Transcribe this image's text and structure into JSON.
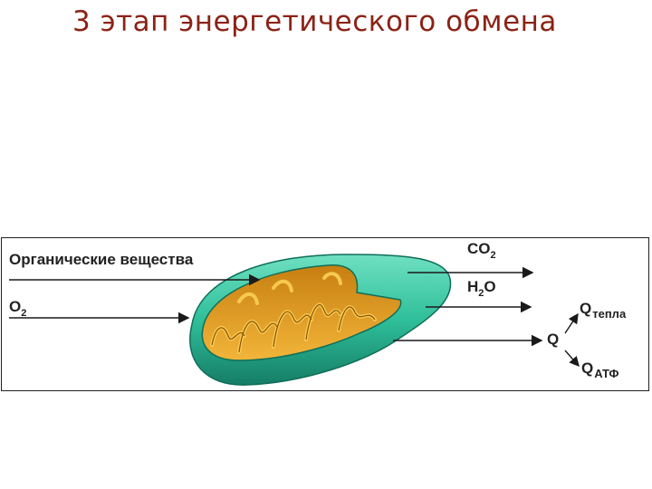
{
  "slide": {
    "title": "3 этап энергетического обмена"
  },
  "diagram": {
    "inputs": {
      "organic": "Органические вещества",
      "o2_main": "O",
      "o2_sub": "2"
    },
    "outputs": {
      "co2_main": "CO",
      "co2_sub": "2",
      "h2o_h": "H",
      "h2o_sub": "2",
      "h2o_o": "O",
      "q": "Q",
      "q_heat_main": "Q",
      "q_heat_sub": "тепла",
      "q_atp_main": "Q",
      "q_atp_sub": "АТФ"
    },
    "colors": {
      "membrane": "#2fbf9a",
      "membrane_dark": "#14806a",
      "cristae": "#e9a21a",
      "matrix": "#f6c94e",
      "arrow": "#1a1a1a"
    }
  }
}
